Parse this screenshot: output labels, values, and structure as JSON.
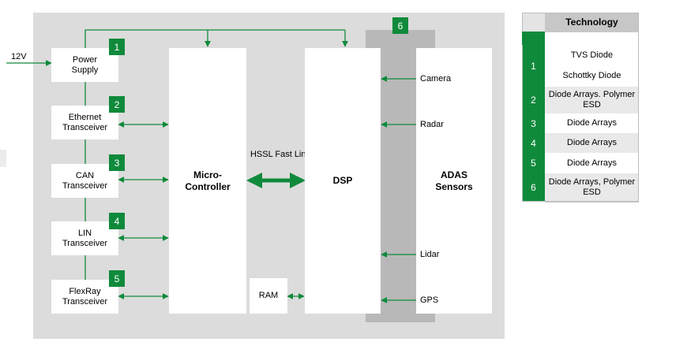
{
  "input_label": "12V",
  "blocks": {
    "power_supply": "Power Supply",
    "ethernet": "Ethernet Transceiver",
    "can": "CAN Transceiver",
    "lin": "LIN Transceiver",
    "flexray": "FlexRay Transceiver",
    "micro": "Micro- Controller",
    "dsp": "DSP",
    "ram": "RAM",
    "adas": "ADAS Sensors"
  },
  "link_label": "HSSL Fast Link",
  "sensors": [
    "Camera",
    "Radar",
    "Lidar",
    "GPS"
  ],
  "badges": [
    "1",
    "2",
    "3",
    "4",
    "5",
    "6"
  ],
  "colors": {
    "accent": "#0f8a3b",
    "panel": "#dcdcdc",
    "strip": "#b8b8b8"
  },
  "table": {
    "header": "Technology",
    "rows": [
      {
        "num": "1",
        "items": [
          "TVS Diode",
          "Schottky Diode"
        ]
      },
      {
        "num": "2",
        "items": [
          "Diode Arrays. Polymer ESD"
        ]
      },
      {
        "num": "3",
        "items": [
          "Diode Arrays"
        ]
      },
      {
        "num": "4",
        "items": [
          "Diode Arrays"
        ]
      },
      {
        "num": "5",
        "items": [
          "Diode Arrays"
        ]
      },
      {
        "num": "6",
        "items": [
          "Diode Arrays, Polymer ESD"
        ]
      }
    ]
  }
}
